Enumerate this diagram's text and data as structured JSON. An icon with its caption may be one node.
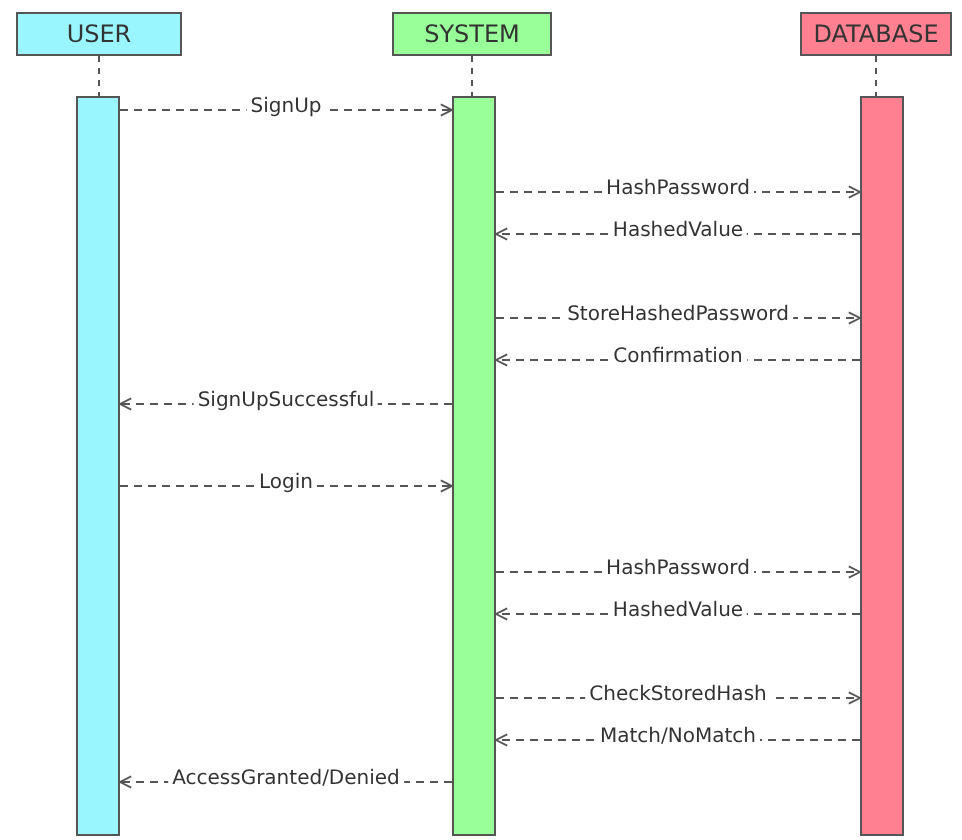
{
  "diagram": {
    "nodes": [
      {
        "text": [
          "USER"
        ]
      },
      {
        "text": [
          "SYSTEM"
        ]
      },
      {
        "text": [
          "DATABASE"
        ]
      },
      {
        "text": [],
        "shape": "bar"
      },
      {
        "text": [],
        "shape": "bar"
      },
      {
        "text": [],
        "shape": "bar"
      }
    ],
    "edges": [
      {
        "from": 0,
        "to": 3,
        "arrow": "none",
        "style": "dashed"
      },
      {
        "from": 1,
        "to": 4,
        "arrow": "none",
        "style": "dashed"
      },
      {
        "from": 2,
        "to": 5,
        "arrow": "none",
        "style": "dashed"
      },
      {
        "from": 3,
        "to": 4,
        "arrow": "to",
        "label": "SignUp",
        "style": "dashed"
      },
      {
        "from": 4,
        "to": 5,
        "arrow": "to",
        "label": "HashPassword",
        "style": "dashed"
      },
      {
        "from": 5,
        "to": 4,
        "arrow": "to",
        "label": "HashedValue",
        "style": "dashed"
      },
      {
        "from": 4,
        "to": 5,
        "arrow": "to",
        "label": "StoreHashedPassword",
        "style": "dashed"
      },
      {
        "from": 5,
        "to": 4,
        "arrow": "to",
        "label": "Confirmation",
        "style": "dashed"
      },
      {
        "from": 4,
        "to": 3,
        "arrow": "to",
        "label": "SignUpSuccessful",
        "style": "dashed"
      },
      {
        "from": 3,
        "to": 4,
        "arrow": "to",
        "label": "Login",
        "style": "dashed"
      },
      {
        "from": 4,
        "to": 5,
        "arrow": "to",
        "label": "HashPassword",
        "style": "dashed"
      },
      {
        "from": 5,
        "to": 4,
        "arrow": "to",
        "label": "HashedValue",
        "style": "dashed"
      },
      {
        "from": 4,
        "to": 5,
        "arrow": "to",
        "label": "CheckStoredHash",
        "style": "dashed"
      },
      {
        "from": 5,
        "to": 4,
        "arrow": "to",
        "label": "Match/NoMatch",
        "style": "dashed"
      },
      {
        "from": 4,
        "to": 3,
        "arrow": "to",
        "label": "AccessGranted/Denied",
        "style": "dashed"
      }
    ]
  }
}
